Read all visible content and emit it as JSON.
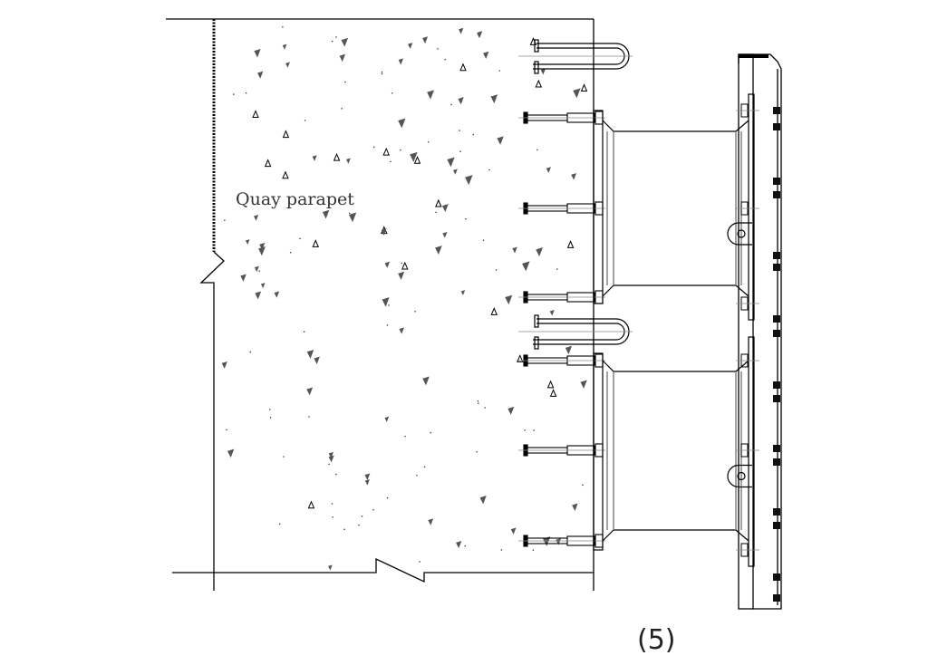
{
  "labels": {
    "parapet": "Quay parapet",
    "figure_number": "(5)"
  },
  "colors": {
    "line": "#000000",
    "centerline": "#888888",
    "aggregate": "#555555"
  },
  "bolt_count": 6,
  "u_bolt_count": 2,
  "fender_unit_count": 2
}
